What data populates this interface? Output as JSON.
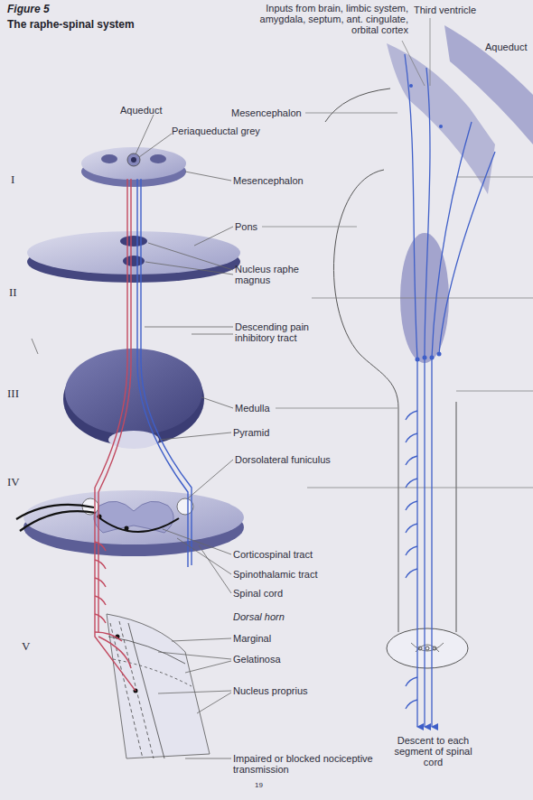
{
  "diagram": {
    "title": "The raphe-spinal system",
    "labels": [
      "Figure 5",
      "Inputs from brain, limbic system, amygdala, septum, ant. cingulate, orbital cortex",
      "Third ventricle",
      "Aqueduct",
      "Aqueduct",
      "Mesencephalon",
      "Periaqueductal grey",
      "I",
      "Mesencephalon",
      "Pons",
      "Nucleus raphe magnus",
      "II",
      "Descending pain inhibitory tract",
      "III",
      "Medulla",
      "Pyramid",
      "Dorsolateral funiculus",
      "IV",
      "Corticospinal tract",
      "Spinothalamic tract",
      "Spinal cord",
      "Dorsal horn",
      "V",
      "Marginal",
      "Gelatinosa",
      "Nucleus proprius",
      "Impaired or blocked nociceptive transmission",
      "Descent to each segment of spinal cord",
      "19"
    ]
  }
}
